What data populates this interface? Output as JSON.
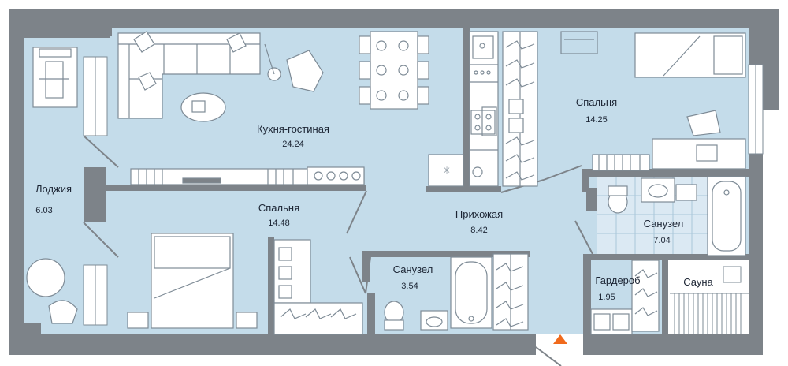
{
  "colors": {
    "wall": "#7d8389",
    "floor": "#c4dcea",
    "furniture": "#ffffff",
    "furniture_stroke": "#7e8b96",
    "tile": "#dbe9f3",
    "sauna": "#ffffff",
    "entry_marker": "#f06a1c",
    "text": "#1b2433"
  },
  "rooms": {
    "kitchen_living": {
      "name": "Кухня-гостиная",
      "area": "24.24"
    },
    "bedroom_top": {
      "name": "Спальня",
      "area": "14.25"
    },
    "bedroom_left": {
      "name": "Спальня",
      "area": "14.48"
    },
    "hallway": {
      "name": "Прихожая",
      "area": "8.42"
    },
    "loggia": {
      "name": "Лоджия",
      "area": "6.03"
    },
    "bathroom_small": {
      "name": "Санузел",
      "area": "3.54"
    },
    "bathroom_large": {
      "name": "Санузел",
      "area": "7.04"
    },
    "wardrobe": {
      "name": "Гардероб",
      "area": "1.95"
    },
    "sauna": {
      "name": "Сауна"
    }
  },
  "icons": {
    "entry": "entry-arrow-icon"
  }
}
